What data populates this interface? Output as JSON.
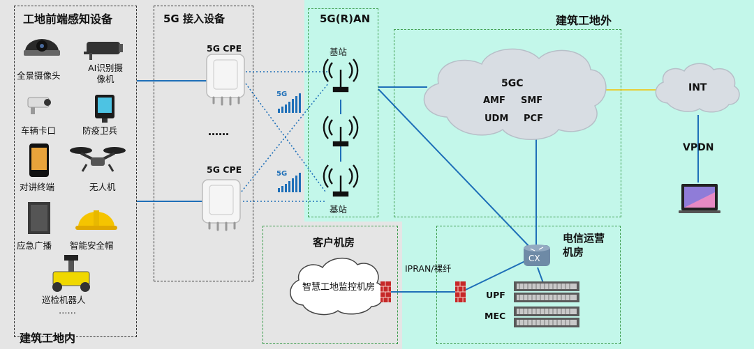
{
  "zones": {
    "inside_label": "建筑工地内",
    "outside_label": "建筑工地外"
  },
  "front_devices": {
    "title": "工地前端感知设备",
    "items": [
      "全景摄像头",
      "AI识别摄像机",
      "车辆卡口",
      "防疫卫兵",
      "对讲终端",
      "无人机",
      "应急广播",
      "智能安全帽",
      "巡检机器人"
    ],
    "more": "……"
  },
  "access": {
    "title": "5G 接入设备",
    "cpe_top": "5G CPE",
    "cpe_bottom": "5G CPE",
    "dots": "……",
    "signal_top": "5G",
    "signal_bottom": "5G"
  },
  "ran": {
    "title": "5G(R)AN",
    "bs_top": "基站",
    "bs_bottom": "基站"
  },
  "core": {
    "name": "5GC",
    "amf": "AMF",
    "smf": "SMF",
    "udm": "UDM",
    "pcf": "PCF"
  },
  "internet": {
    "name": "INT",
    "vpdn": "VPDN"
  },
  "customer_room": {
    "title": "客户机房",
    "cloud": "智慧工地监控机房"
  },
  "transport": {
    "label": "IPRAN/裸纤"
  },
  "telecom_room": {
    "title": "电信运营机房",
    "cx": "CX",
    "upf": "UPF",
    "mec": "MEC"
  },
  "colors": {
    "inside_bg": "#e5e5e5",
    "outside_bg": "#c3f7ea",
    "link_blue": "#1e6fb8",
    "link_yellow": "#f2c200"
  }
}
